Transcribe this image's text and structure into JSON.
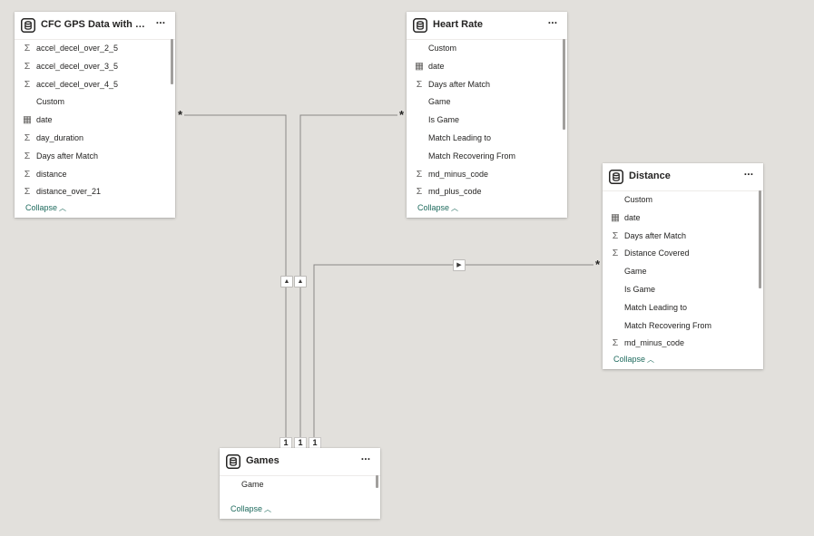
{
  "tables": {
    "cfc": {
      "title": "CFC GPS Data with club...",
      "icon": "table-icon",
      "fields": [
        {
          "label": "accel_decel_over_2_5",
          "icon": "sigma-icon"
        },
        {
          "label": "accel_decel_over_3_5",
          "icon": "sigma-icon"
        },
        {
          "label": "accel_decel_over_4_5",
          "icon": "sigma-icon"
        },
        {
          "label": "Custom",
          "icon": ""
        },
        {
          "label": "date",
          "icon": "calendar-icon"
        },
        {
          "label": "day_duration",
          "icon": "sigma-icon"
        },
        {
          "label": "Days after Match",
          "icon": "sigma-icon"
        },
        {
          "label": "distance",
          "icon": "sigma-icon"
        },
        {
          "label": "distance_over_21",
          "icon": "sigma-icon"
        }
      ],
      "collapse_label": "Collapse"
    },
    "heart_rate": {
      "title": "Heart Rate",
      "icon": "table-icon",
      "fields": [
        {
          "label": "Custom",
          "icon": ""
        },
        {
          "label": "date",
          "icon": "calendar-icon"
        },
        {
          "label": "Days after Match",
          "icon": "sigma-icon"
        },
        {
          "label": "Game",
          "icon": ""
        },
        {
          "label": "Is Game",
          "icon": ""
        },
        {
          "label": "Match Leading to",
          "icon": ""
        },
        {
          "label": "Match Recovering From",
          "icon": ""
        },
        {
          "label": "md_minus_code",
          "icon": "sigma-icon"
        },
        {
          "label": "md_plus_code",
          "icon": "sigma-icon"
        }
      ],
      "collapse_label": "Collapse"
    },
    "distance": {
      "title": "Distance",
      "icon": "table-icon",
      "fields": [
        {
          "label": "Custom",
          "icon": ""
        },
        {
          "label": "date",
          "icon": "calendar-icon"
        },
        {
          "label": "Days after Match",
          "icon": "sigma-icon"
        },
        {
          "label": "Distance Covered",
          "icon": "sigma-icon"
        },
        {
          "label": "Game",
          "icon": ""
        },
        {
          "label": "Is Game",
          "icon": ""
        },
        {
          "label": "Match Leading to",
          "icon": ""
        },
        {
          "label": "Match Recovering From",
          "icon": ""
        },
        {
          "label": "md_minus_code",
          "icon": "sigma-icon"
        }
      ],
      "collapse_label": "Collapse"
    },
    "games": {
      "title": "Games",
      "icon": "table-icon",
      "fields": [
        {
          "label": "Game",
          "icon": ""
        }
      ],
      "collapse_label": "Collapse"
    }
  },
  "relationships": {
    "many_symbol": "*",
    "one_symbol": "1",
    "cross_filter_up": "▲",
    "cross_filter_right": "▶"
  },
  "colors": {
    "canvas": "#e2e0dc",
    "line": "#8a8886",
    "collapse_link": "#1f6b5e"
  }
}
